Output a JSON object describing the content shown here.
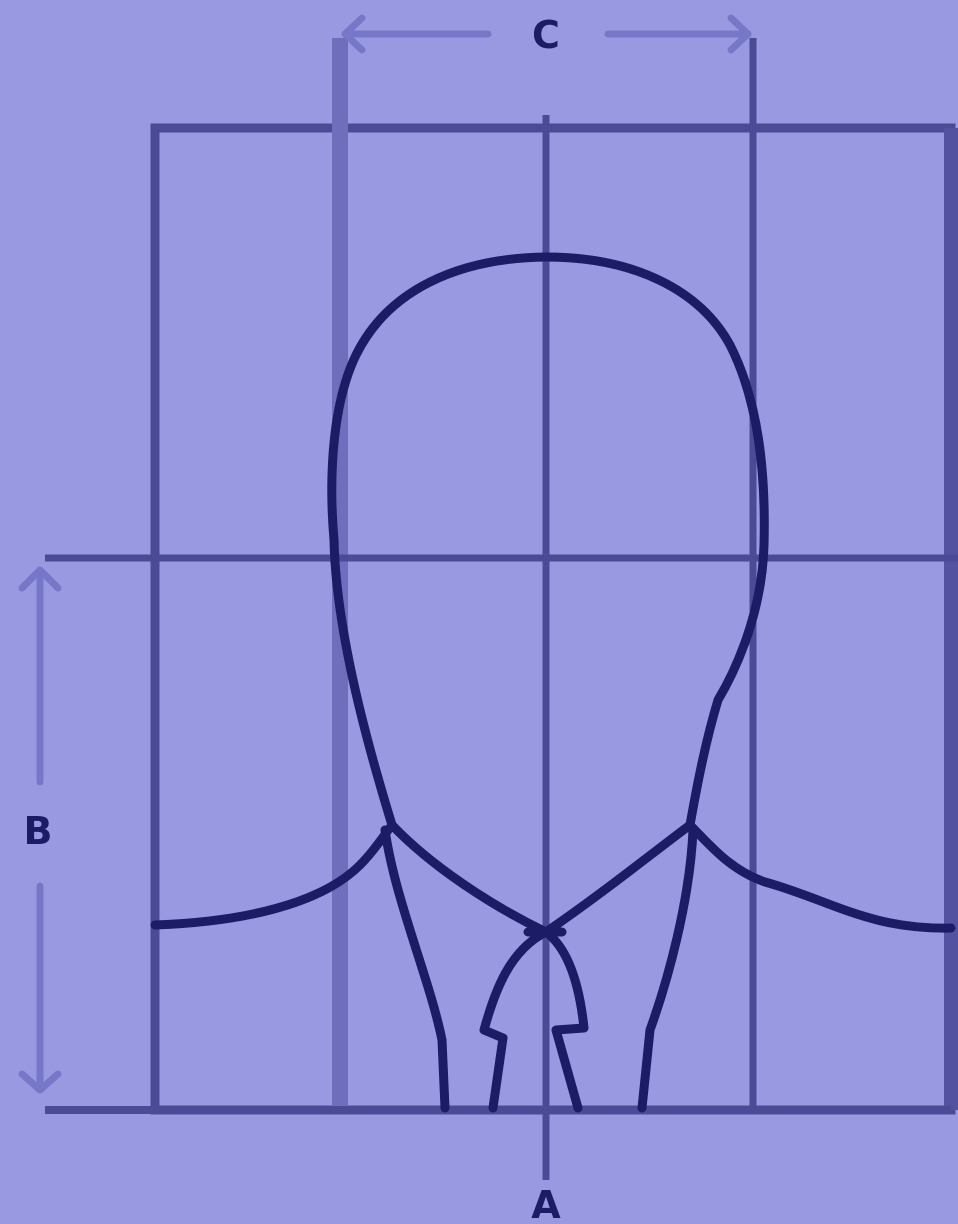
{
  "diagram": {
    "labels": {
      "a": "A",
      "b": "B",
      "c": "C"
    },
    "colors": {
      "background": "#9999e2",
      "grid_line": "#4a4a96",
      "outline": "#1c1c66",
      "dimension_arrow": "#7777c8"
    }
  }
}
